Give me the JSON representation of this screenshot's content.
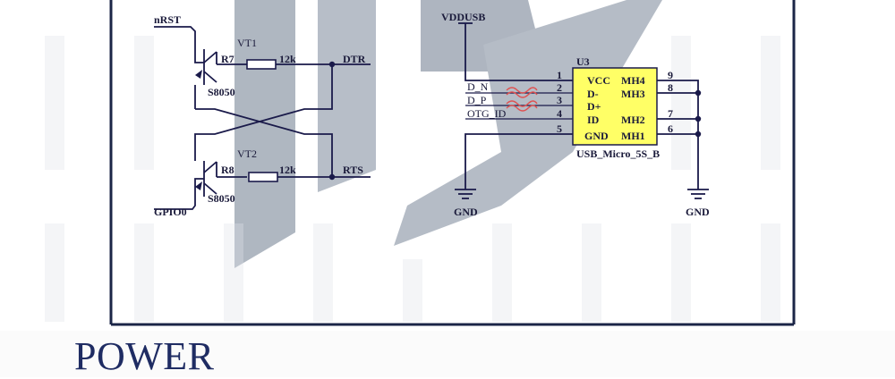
{
  "colors": {
    "frame": "#1b2547",
    "wire": "#1a1a4a",
    "label": "#1a1a3a",
    "title": "#1f2c63",
    "highlight": "#ffff66",
    "net_marker": "#e05050",
    "watermark": "#7a8698"
  },
  "transistors": {
    "vt1": {
      "name": "VT1",
      "part": "S8050",
      "resistor": "R7",
      "resistor_value": "12k",
      "base_net": "nRST",
      "out_net": "DTR"
    },
    "vt2": {
      "name": "VT2",
      "part": "S8050",
      "resistor": "R8",
      "resistor_value": "12k",
      "base_net": "GPIO0",
      "out_net": "RTS"
    }
  },
  "usb": {
    "supply_net": "VDDUSB",
    "ref": "U3",
    "part": "USB_Micro_5S_B",
    "ground_left": "GND",
    "ground_right": "GND",
    "left_pins": [
      {
        "num": "1",
        "name": "VCC",
        "net": ""
      },
      {
        "num": "2",
        "name": "D-",
        "net": "D_N"
      },
      {
        "num": "3",
        "name": "D+",
        "net": "D_P"
      },
      {
        "num": "4",
        "name": "ID",
        "net": "OTG_ID"
      },
      {
        "num": "5",
        "name": "GND",
        "net": ""
      }
    ],
    "right_pins": [
      {
        "num": "9",
        "name": "MH4"
      },
      {
        "num": "8",
        "name": "MH3"
      },
      {
        "num": "7",
        "name": "MH2"
      },
      {
        "num": "6",
        "name": "MH1"
      }
    ]
  },
  "section": {
    "title": "POWER"
  }
}
